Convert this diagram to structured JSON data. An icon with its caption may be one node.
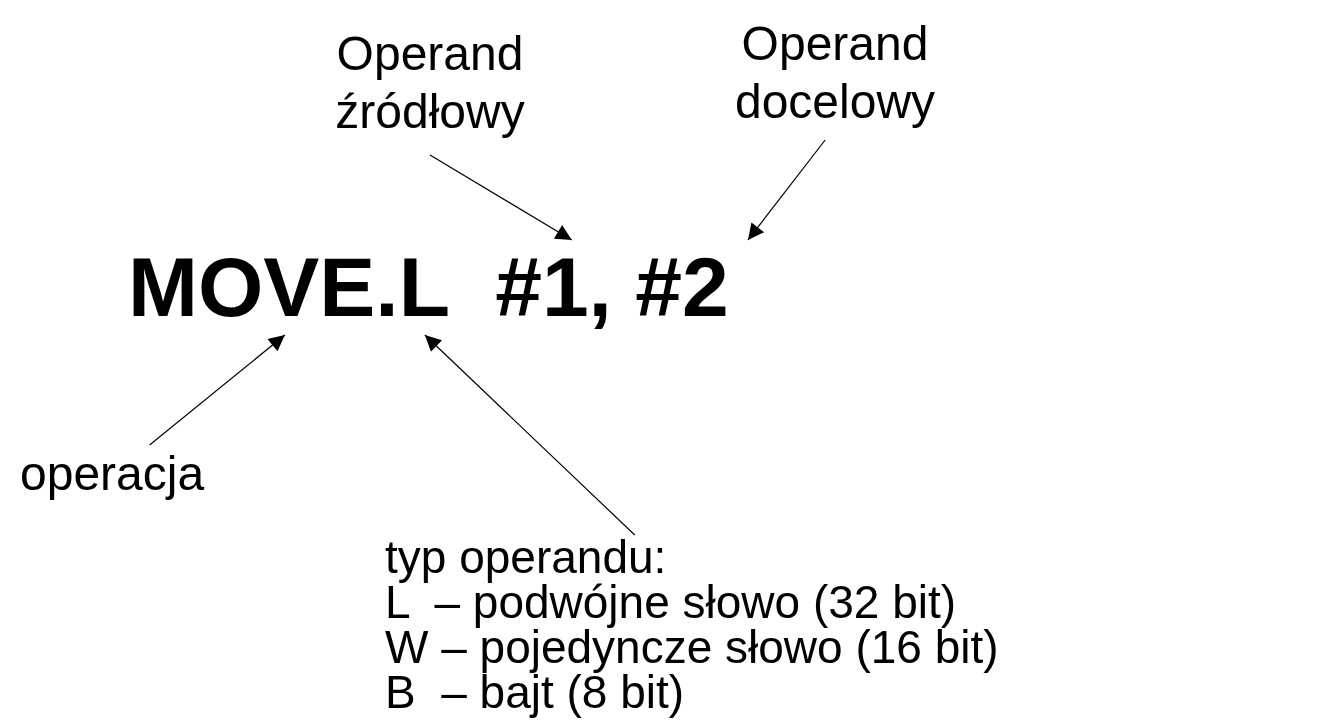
{
  "diagram": {
    "nodes": [
      {
        "text": [
          "Operand źródłowy"
        ]
      },
      {
        "text": [
          "Operand docelowy"
        ]
      },
      {
        "text": [
          "operacja"
        ]
      },
      {
        "text": [
          "typ operandu:",
          "L  – podwójne słowo (32 bit)",
          "W – pojedyncze słowo (16 bit)",
          "B  – bajt (8 bit)"
        ]
      },
      {
        "text": [
          "MOVE.L  #1, #2"
        ]
      }
    ],
    "edges": [
      {
        "from": 0,
        "to": 4,
        "arrow": "to"
      },
      {
        "from": 1,
        "to": 4,
        "arrow": "to"
      },
      {
        "from": 2,
        "to": 4,
        "arrow": "to"
      },
      {
        "from": 3,
        "to": 4,
        "arrow": "to"
      }
    ]
  }
}
